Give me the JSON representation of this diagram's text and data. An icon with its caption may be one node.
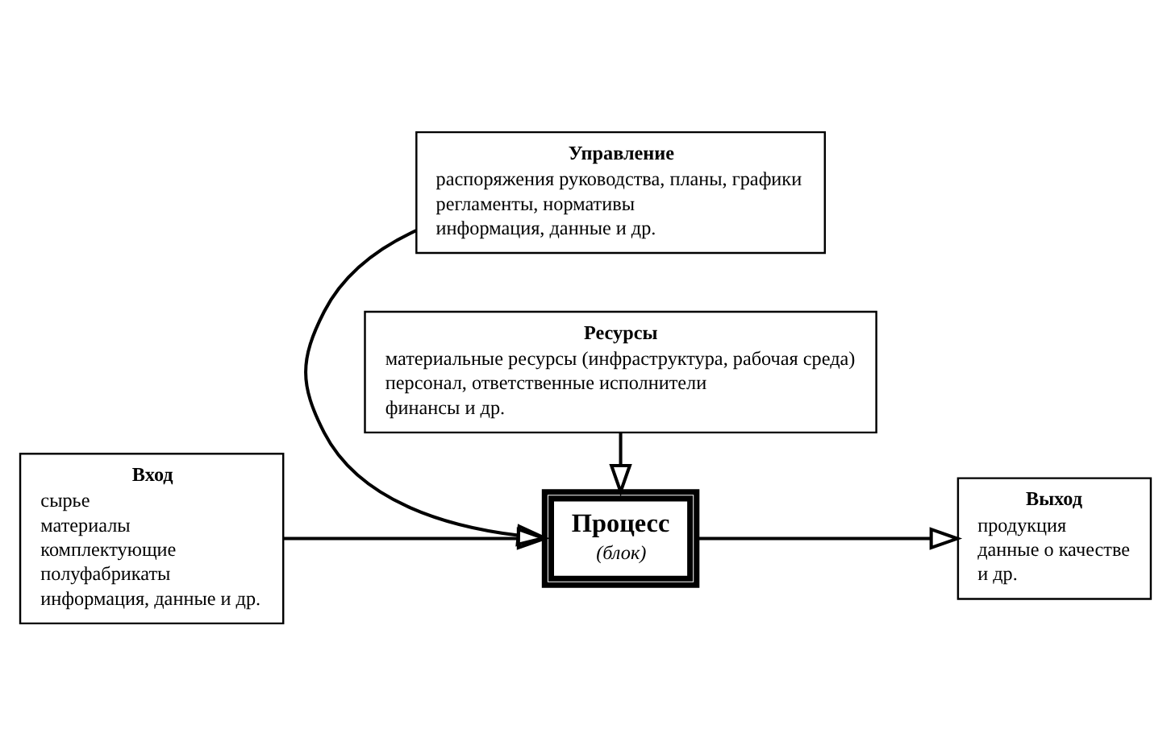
{
  "diagram": {
    "nodes": [
      {
        "text": [
          "Управление",
          "распоряжения руководства, планы, графики",
          "регламенты, нормативы",
          "информация, данные и др."
        ]
      },
      {
        "text": [
          "Вход",
          "сырье",
          "материалы",
          "комплектующие",
          "полуфабрикаты",
          "информация, данные и др."
        ]
      },
      {
        "text": [
          "Процесс",
          "(блок)"
        ]
      },
      {
        "text": [
          "Выход",
          "продукция",
          "данные о качестве",
          "и др."
        ]
      },
      {
        "text": [
          "Ресурсы",
          "материальные ресурсы (инфраструктура, рабочая среда)",
          "персонал, ответственные исполнители",
          "финансы и др."
        ]
      }
    ],
    "edges": [
      {
        "from": 0,
        "to": 2,
        "arrow": "to"
      },
      {
        "from": 1,
        "to": 2,
        "arrow": "to"
      },
      {
        "from": 2,
        "to": 3,
        "arrow": "to"
      },
      {
        "from": 4,
        "to": 2,
        "arrow": "to"
      }
    ]
  }
}
